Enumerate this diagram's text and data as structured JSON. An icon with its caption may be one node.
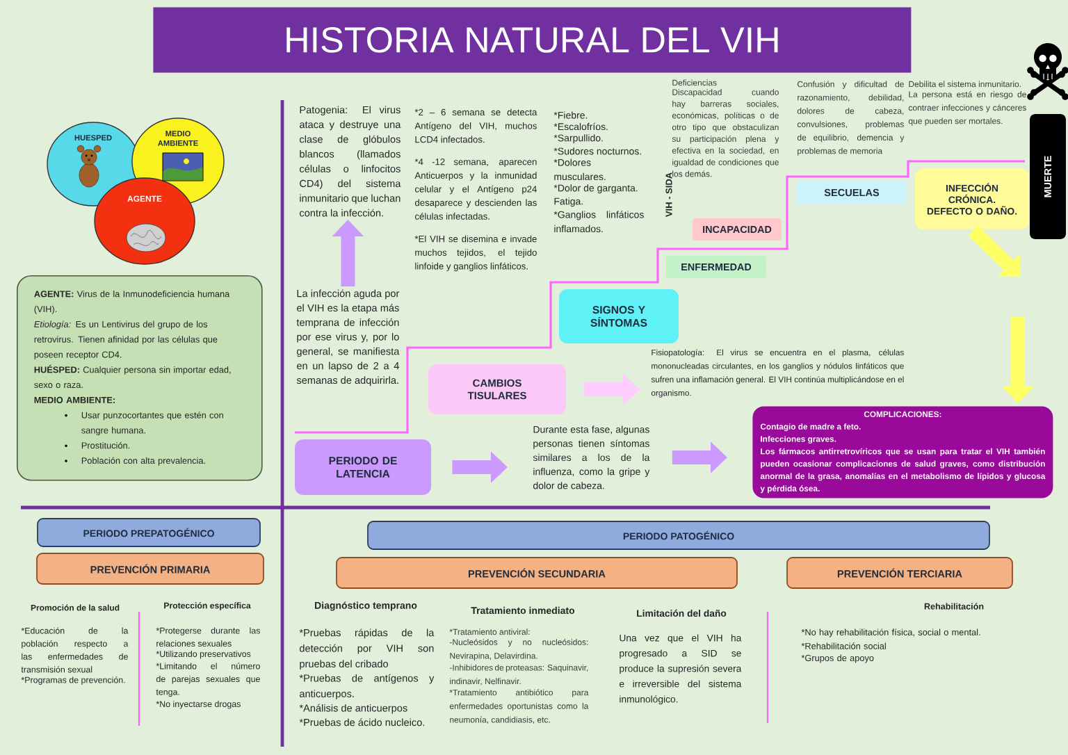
{
  "diagram": {
    "title": "HISTORIA NATURAL DEL VIH",
    "nodes": [
      {
        "text": [
          "HUESPED"
        ]
      },
      {
        "text": [
          "MEDIO AMBIENTE"
        ]
      },
      {
        "text": [
          "AGENTE"
        ]
      },
      {
        "text": [
          "Patogenia: El virus ataca y destruye una clase de glóbulos blancos (llamados células o linfocitos CD4) del sistema inmunitario que luchan contra la infección."
        ]
      },
      {
        "text": [
          "MUERTE"
        ]
      },
      {
        "text": [
          "SECUELAS"
        ]
      },
      {
        "text": [
          "INFECCIÓN CRÓNICA. DEFECTO O DAÑO."
        ]
      },
      {
        "text": [
          "INCAPACIDAD"
        ]
      },
      {
        "text": [
          "ENFERMEDAD"
        ]
      },
      {
        "text": [
          "**AGENTE:** Virus de la Inmunodeficiencia humana (VIH).",
          "*Etiología:* Es un Lentivirus del grupo de los retrovirus. Tienen afinidad por las células que poseen receptor CD4.",
          "**HUÉSPED:** Cualquier persona sin importar edad, sexo o raza.",
          "MEDIO AMBIENTE:",
          "Usar punzocortantes que estén con sangre humana.",
          "Prostitución.",
          "Población con alta prevalencia."
        ]
      },
      {
        "text": [
          "La infección aguda por el VIH es la etapa más temprana de infección por ese virus y, por lo general, se manifiesta en un lapso de 2 a 4 semanas de adquirirla."
        ]
      },
      {
        "text": [
          "SIGNOS Y SÍNTOMAS"
        ]
      },
      {
        "text": [
          "CAMBIOS TISULARES"
        ]
      },
      {
        "text": [
          "Fisiopatología: El virus se encuentra en el plasma, células mononucleadas circulantes, en los ganglios y nódulos linfáticos que sufren una inflamación general. El VIH continúa multiplicándose en el organismo."
        ]
      },
      {
        "text": [
          "PERIODO DE LATENCIA"
        ]
      },
      {
        "text": [
          "Durante esta fase, algunas personas tienen síntomas similares a los de la influenza, como la gripe y dolor de cabeza."
        ]
      },
      {
        "text": [
          "COMPLICACIONES:",
          "Contagio de madre a feto.",
          "Infecciones graves.",
          "Los fármacos antirretrovíricos que se usan para tratar el VIH también pueden ocasionar complicaciones de salud graves, como distribución anormal de la grasa, anomalías en el metabolismo de lípidos y glucosa y pérdida ósea."
        ]
      },
      {
        "text": [
          "PERIODO PREPATOGÉNICO"
        ]
      },
      {
        "text": [
          "PERIODO PATOGÉNICO"
        ]
      },
      {
        "text": [
          "PREVENCIÓN PRIMARIA"
        ]
      },
      {
        "text": [
          "PREVENCIÓN SECUNDARIA"
        ]
      },
      {
        "text": [
          "PREVENCIÓN TERCIARIA"
        ]
      }
    ],
    "edges": [
      {
        "from": 10,
        "to": 3,
        "arrow": "to"
      },
      {
        "from": 12,
        "to": 13,
        "arrow": "to",
        "color": "#ffccff"
      },
      {
        "from": 14,
        "to": 15,
        "arrow": "to"
      },
      {
        "from": 15,
        "to": 16,
        "arrow": "to"
      },
      {
        "from": 6,
        "to": null,
        "arrow": "to",
        "color": "#ffff66"
      },
      {
        "from": null,
        "to": 16,
        "arrow": "to",
        "color": "#ffff66"
      }
    ],
    "labels": [
      "*2 – 6 semana se detecta Antígeno del VIH, muchos LCD4 infectados.",
      "*4 -12 semana, aparecen Anticuerpos y la inmunidad celular y el Antígeno p24 desaparece y descienden las células infectadas.",
      "*El VIH se disemina e invade muchos tejidos, el tejido linfoide y ganglios linfáticos.",
      "*Fiebre.",
      "*Escalofríos.",
      "*Sarpullido.",
      "*Sudores nocturnos.",
      "*Dolores musculares.",
      "*Dolor de garganta.",
      "Fatiga.",
      "*Ganglios linfáticos inflamados.",
      "VIH - SIDA",
      "Deficiencias",
      "Discapacidad cuando hay barreras sociales, económicas, políticas o de otro tipo que obstaculizan su participación plena y efectiva en la sociedad, en igualdad de condiciones que los demás.",
      "Confusión y dificultad de razonamiento, debilidad, dolores de cabeza, convulsiones, problemas de equilibrio, demencia y problemas de memoria",
      "Debilita el sistema inmunitario.",
      "La persona está en riesgo de contraer infecciones y cánceres que pueden ser mortales.",
      "Promoción de la salud",
      "Protección específica",
      "Diagnóstico temprano",
      "Tratamiento inmediato",
      "Limitación del daño",
      "Rehabilitación",
      "*Educación de la población respecto a las enfermedades de transmisión sexual",
      "*Programas de prevención.",
      "*Protegerse durante las relaciones sexuales",
      "*Utilizando preservativos",
      "*Limitando el número de parejas sexuales que tenga.",
      "*No inyectarse drogas",
      "*Pruebas rápidas de la detección por VIH son pruebas del cribado",
      "*Pruebas de antígenos y anticuerpos.",
      "*Análisis de anticuerpos",
      "*Pruebas de ácido nucleico.",
      "*Tratamiento antiviral:",
      "-Nucleósidos y no nucleósidos: Nevirapina, Delavirdina.",
      "-Inhibidores de proteasas: Saquinavir, indinavir, Nelfinavir.",
      "*Tratamiento antibiótico para enfermedades oportunistas como la neumonía, candidiasis, etc.",
      "Una vez que el VIH ha progresado a SID se produce la supresión severa e irreversible del sistema inmunológico.",
      "*No hay rehabilitación física, social o mental.",
      "*Rehabilitación social",
      "*Grupos de apoyo"
    ]
  }
}
